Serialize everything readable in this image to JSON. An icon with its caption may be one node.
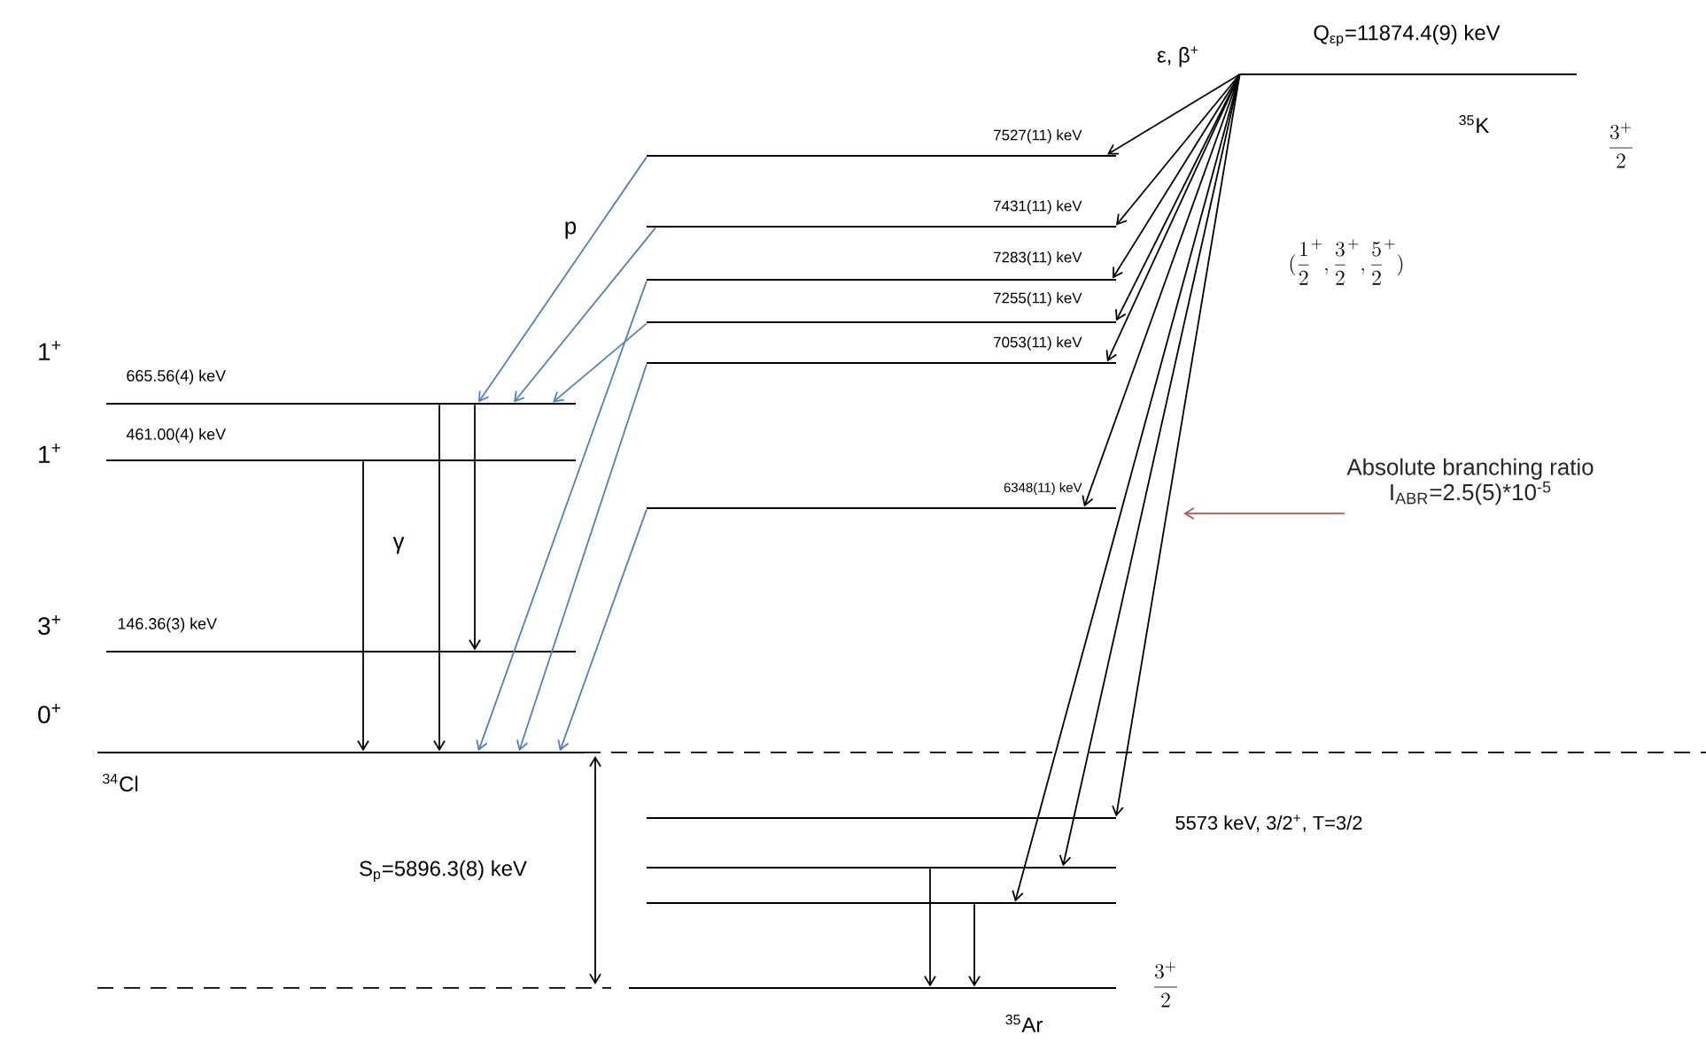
{
  "diagram": {
    "nodes": [
      {
        "text": [
          "Q$_{εp}$=11874.4(9) keV"
        ]
      },
      {
        "text": [
          "7527(11) keV"
        ]
      },
      {
        "text": [
          "7431(11) keV"
        ]
      },
      {
        "text": [
          "7283(11) keV"
        ]
      },
      {
        "text": [
          "7255(11) keV"
        ]
      },
      {
        "text": [
          "7053(11) keV"
        ]
      },
      {
        "text": [
          "6348(11) keV"
        ]
      },
      {
        "text": [
          "5573 keV, 3/2$^{+}$, T=3/2"
        ]
      },
      {
        "text": [],
        "shape": "bar"
      },
      {
        "text": [],
        "shape": "bar"
      },
      {
        "text": [],
        "shape": "bar"
      },
      {
        "text": [
          "665.56(4) keV"
        ]
      },
      {
        "text": [
          "461.00(4) keV"
        ]
      },
      {
        "text": [
          "146.36(3) keV"
        ]
      },
      {
        "text": [],
        "shape": "bar"
      },
      {
        "text": [
          "Absolute branching ratio",
          "I$_{ABR}$=2.5(5)*10$^{-5}$"
        ]
      }
    ],
    "edges": [
      {
        "from": 0,
        "to": 1,
        "arrow": "to"
      },
      {
        "from": 0,
        "to": 2,
        "arrow": "to"
      },
      {
        "from": 0,
        "to": 3,
        "arrow": "to"
      },
      {
        "from": 0,
        "to": 4,
        "arrow": "to"
      },
      {
        "from": 0,
        "to": 5,
        "arrow": "to"
      },
      {
        "from": 0,
        "to": 6,
        "arrow": "to"
      },
      {
        "from": 0,
        "to": 7,
        "arrow": "to"
      },
      {
        "from": 0,
        "to": 8,
        "arrow": "to"
      },
      {
        "from": 0,
        "to": 9,
        "arrow": "to"
      },
      {
        "from": 1,
        "to": 11,
        "arrow": "to",
        "color": "#4f81bd"
      },
      {
        "from": 2,
        "to": 11,
        "arrow": "to",
        "color": "#4f81bd"
      },
      {
        "from": 4,
        "to": 11,
        "arrow": "to",
        "color": "#4f81bd"
      },
      {
        "from": 3,
        "to": 14,
        "arrow": "to",
        "color": "#4f81bd"
      },
      {
        "from": 5,
        "to": 14,
        "arrow": "to",
        "color": "#4f81bd"
      },
      {
        "from": 6,
        "to": 14,
        "arrow": "to",
        "color": "#4f81bd"
      },
      {
        "from": 12,
        "to": 14,
        "arrow": "to"
      },
      {
        "from": 11,
        "to": 14,
        "arrow": "to"
      },
      {
        "from": 11,
        "to": 13,
        "arrow": "to"
      },
      {
        "from": 8,
        "to": 10,
        "arrow": "to"
      },
      {
        "from": 9,
        "to": 10,
        "arrow": "to"
      },
      {
        "from": 15,
        "to": null,
        "arrow": "to",
        "color": "#c0504d"
      }
    ],
    "labels": [
      "ε, β$^{+}$",
      "$^{35}$K",
      "\\frac{3^{+}}{2}",
      "(\\frac{1}{2}^{+},\\frac{3}{2}^{+},\\frac{5}{2}^{+})",
      "p",
      "1$^{+}$",
      "1$^{+}$",
      "3$^{+}$",
      "0$^{+}$",
      "γ",
      "$^{34}$Cl",
      "S$_{p}$=5896.3(8) keV",
      "\\frac{3^{+}}{2}",
      "$^{35}$Ar"
    ]
  }
}
